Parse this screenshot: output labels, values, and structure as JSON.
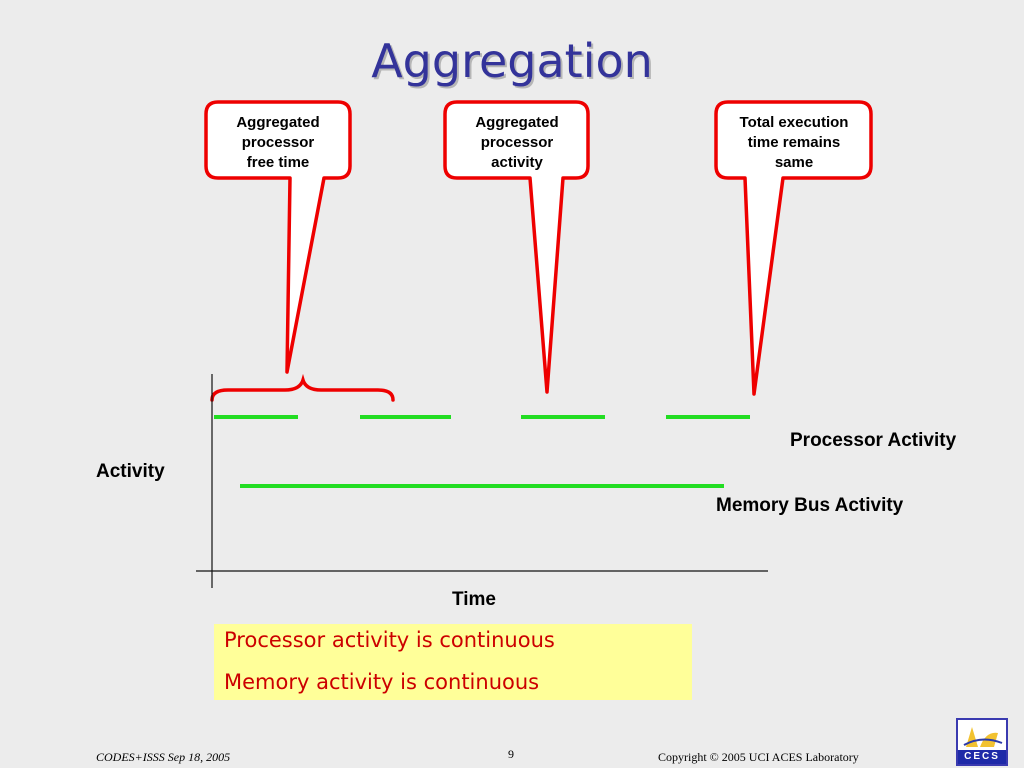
{
  "slide": {
    "title": "Aggregation"
  },
  "callouts": [
    {
      "lines": [
        "Aggregated",
        "processor",
        "free time"
      ]
    },
    {
      "lines": [
        "Aggregated",
        "processor",
        "activity"
      ]
    },
    {
      "lines": [
        "Total execution",
        "time remains",
        "same"
      ]
    }
  ],
  "diagram": {
    "y_axis_label": "Activity",
    "x_axis_label": "Time",
    "processor_label": "Processor Activity",
    "memory_label": "Memory Bus Activity"
  },
  "notes": [
    "Processor activity is continuous",
    "Memory activity is continuous"
  ],
  "footer": {
    "left": "CODES+ISSS  Sep 18, 2005",
    "page_number": "9",
    "right": "Copyright © 2005  UCI ACES Laboratory",
    "logo_text": "CECS"
  },
  "colors": {
    "title": "#33339a",
    "callout_border": "#ee0000",
    "activity_line": "#22dd22",
    "note_text": "#cc0000",
    "note_background": "#ffff99"
  }
}
